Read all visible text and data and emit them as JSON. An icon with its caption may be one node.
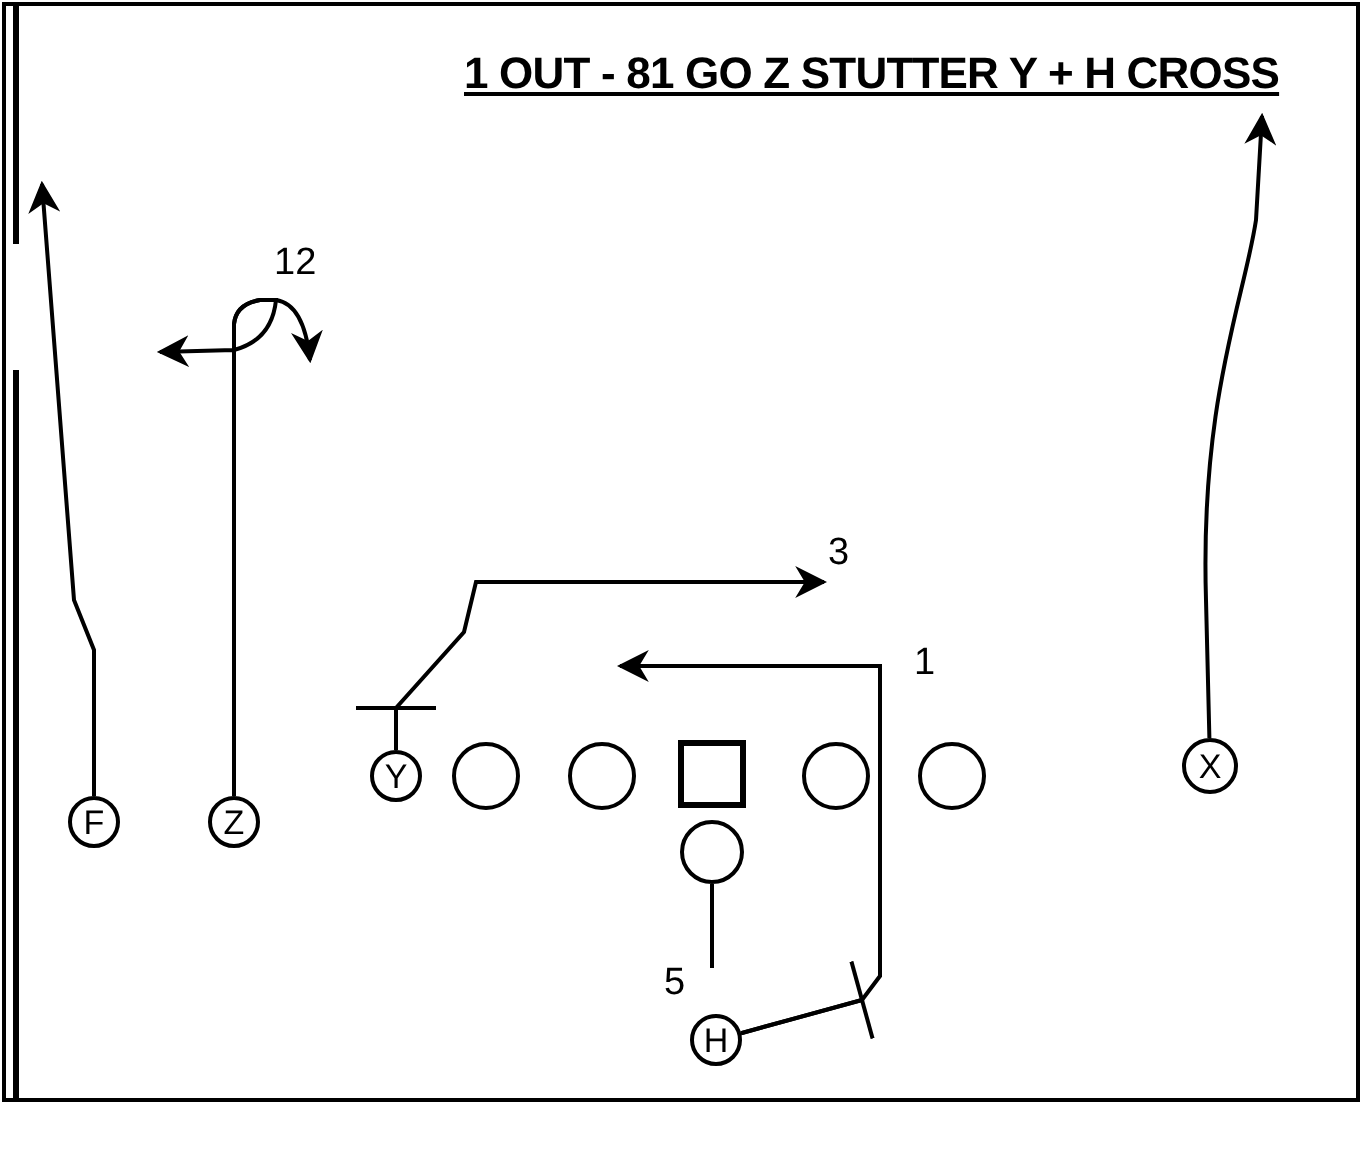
{
  "diagram": {
    "title": "1 OUT - 81 GO Z STUTTER Y + H CROSS",
    "nodes": [
      {
        "text": [
          "F"
        ]
      },
      {
        "text": [
          "Z"
        ]
      },
      {
        "text": [
          "Y"
        ]
      },
      {
        "text": [],
        "shape": "circle"
      },
      {
        "text": [],
        "shape": "circle"
      },
      {
        "text": [],
        "shape": "box"
      },
      {
        "text": [],
        "shape": "circle"
      },
      {
        "text": [],
        "shape": "circle"
      },
      {
        "text": [
          "X"
        ]
      },
      {
        "text": [],
        "shape": "circle"
      },
      {
        "text": [
          "H"
        ]
      }
    ],
    "edges": [
      {
        "from": 0,
        "to": null,
        "arrow": "to"
      },
      {
        "from": 1,
        "to": null,
        "arrow": "to",
        "label": "12"
      },
      {
        "from": 1,
        "to": null,
        "arrow": "to"
      },
      {
        "from": 2,
        "to": null,
        "arrow": "other"
      },
      {
        "from": 2,
        "to": null,
        "arrow": "to",
        "label": "3"
      },
      {
        "from": 10,
        "to": null,
        "arrow": "to",
        "label": "1"
      },
      {
        "from": 10,
        "to": null,
        "arrow": "other"
      },
      {
        "from": 9,
        "to": null,
        "arrow": "none",
        "label": "5"
      },
      {
        "from": 8,
        "to": null,
        "arrow": "to"
      }
    ]
  }
}
